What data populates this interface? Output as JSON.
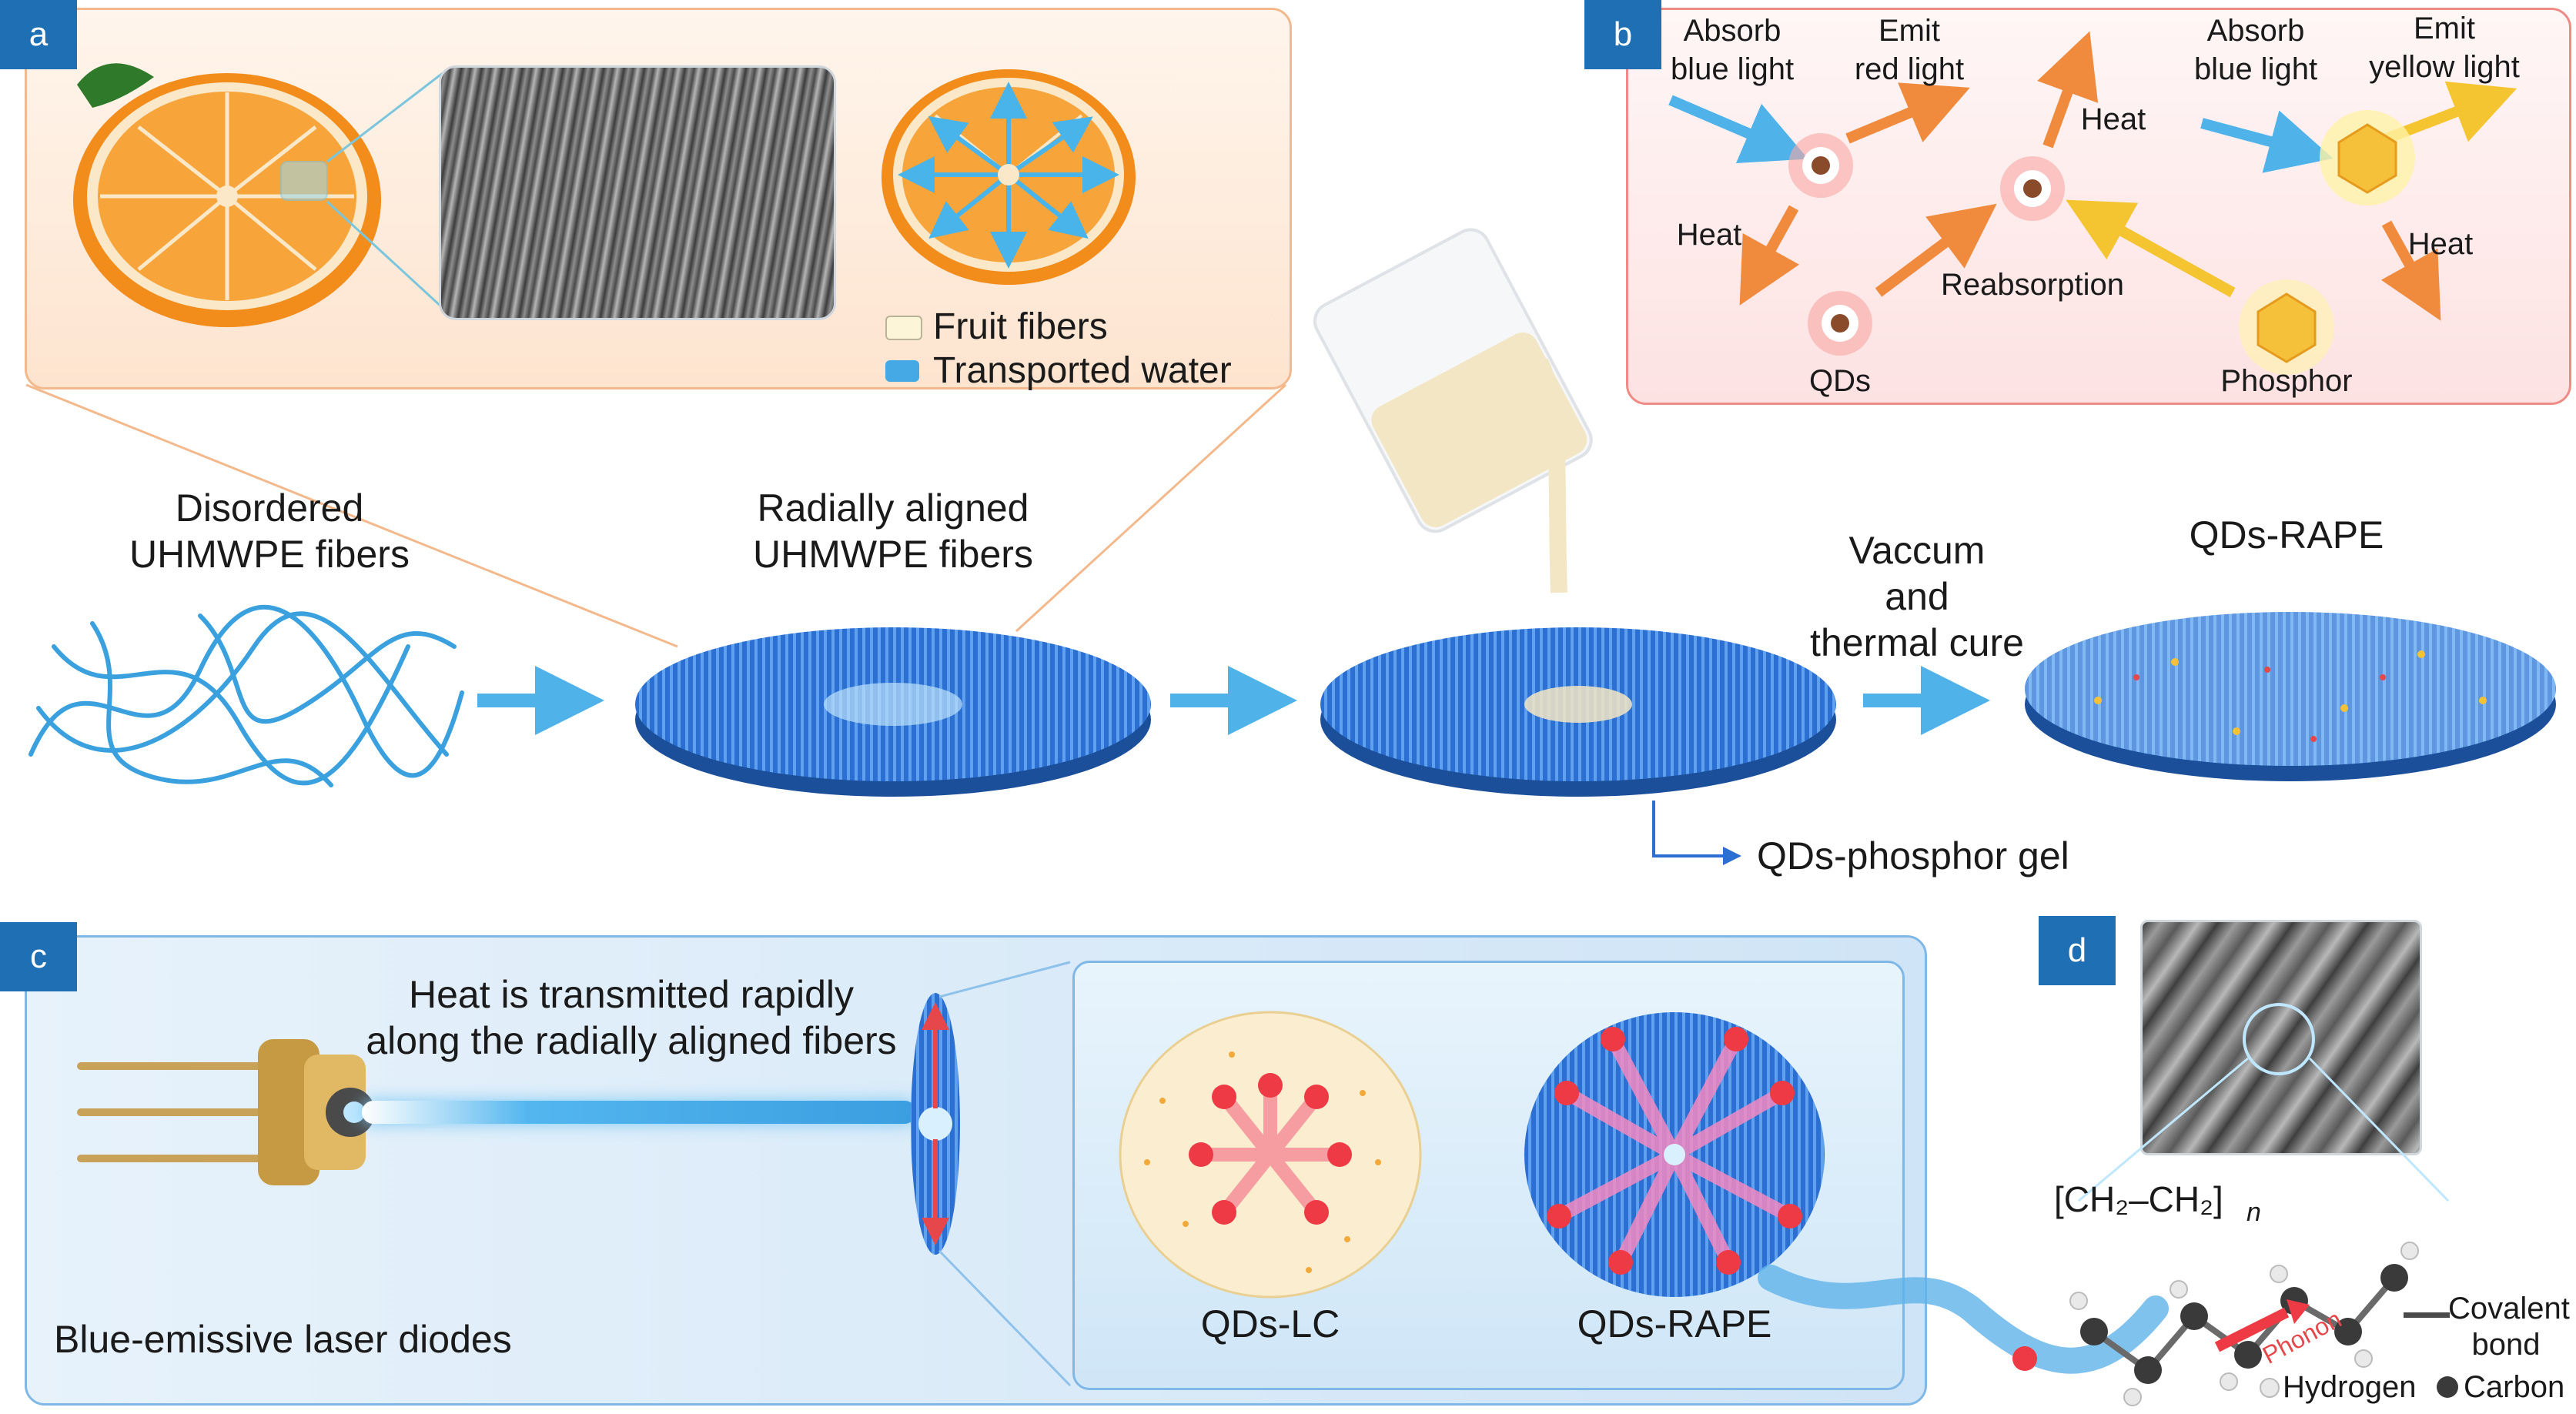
{
  "panels": {
    "a": {
      "badge": "a",
      "legend_fibers": "Fruit fibers",
      "legend_water": "Transported water"
    },
    "b": {
      "badge": "b",
      "absorb_blue_1": [
        "Absorb",
        "blue light"
      ],
      "emit_red": [
        "Emit",
        "red light"
      ],
      "heat_1": "Heat",
      "heat_2": "Heat",
      "reabsorption": "Reabsorption",
      "qds": "QDs",
      "absorb_blue_2": [
        "Absorb",
        "blue light"
      ],
      "emit_yellow": [
        "Emit",
        "yellow light"
      ],
      "heat_3": "Heat",
      "phosphor": "Phosphor"
    },
    "c": {
      "badge": "c",
      "heat_caption": [
        "Heat is transmitted rapidly",
        "along the radially aligned fibers"
      ],
      "laser_label": "Blue-emissive laser diodes",
      "qds_lc": "QDs-LC",
      "qds_rape": "QDs-RAPE"
    },
    "d": {
      "badge": "d",
      "formula_unit": "[CH₂–CH₂]",
      "formula_n": "n",
      "phonon": "Phonon",
      "covalent_bond": [
        "Covalent",
        "bond"
      ],
      "hydrogen": "Hydrogen",
      "carbon": "Carbon"
    }
  },
  "process": {
    "disordered": [
      "Disordered",
      "UHMWPE fibers"
    ],
    "radial": [
      "Radially aligned",
      "UHMWPE fibers"
    ],
    "vacuum": [
      "Vaccum",
      "and",
      "thermal cure"
    ],
    "product": "QDs-RAPE",
    "gel": "QDs-phosphor gel"
  },
  "colors": {
    "badge": "#1f6fb5",
    "panel_a_bg": "#fde7d4",
    "panel_a_border": "#f3b98c",
    "panel_b_bg": "#fdeaea",
    "panel_b_border": "#ef8b86",
    "panel_c_bg": "#d7e9f8",
    "panel_c_border": "#7fb8e6",
    "fiber_blue": "#2a6fd1",
    "arrow_blue": "#4fb3ea",
    "arrow_orange": "#f08a3c",
    "arrow_yellow": "#f5c531"
  },
  "icons": [
    "orange-fruit-icon",
    "sem-image",
    "laser-diode-icon",
    "beaker-icon",
    "quantum-dot-icon",
    "phosphor-crystal-icon",
    "molecule-chain-icon"
  ]
}
